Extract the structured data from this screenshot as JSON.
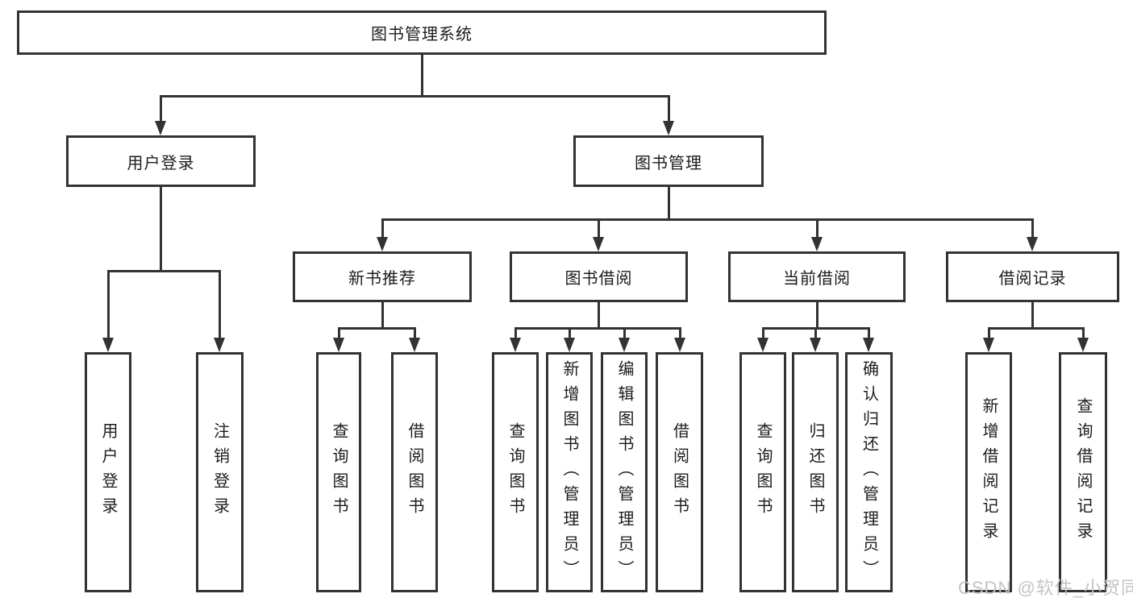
{
  "diagram": {
    "title": "图书管理系统",
    "watermark": "CSDN @软件_小贺同学",
    "colors": {
      "line": "#333333",
      "text": "#1c1c1c",
      "watermark": "#c4c4c4",
      "background": "#ffffff"
    },
    "nodes": {
      "root": "图书管理系统",
      "user_login": "用户登录",
      "book_mgmt": "图书管理",
      "new_book": "新书推荐",
      "book_borrow": "图书借阅",
      "current_borrow": "当前借阅",
      "borrow_record": "借阅记录",
      "ul_login": "用户登录",
      "ul_logout": "注销登录",
      "nb_query": "查询图书",
      "nb_borrow": "借阅图书",
      "bb_query": "查询图书",
      "bb_add": "新增图书（管理员）",
      "bb_edit": "编辑图书（管理员）",
      "bb_borrow": "借阅图书",
      "cb_query": "查询图书",
      "cb_return": "归还图书",
      "cb_confirm": "确认归还（管理员）",
      "br_add": "新增借阅记录",
      "br_query": "查询借阅记录"
    }
  }
}
